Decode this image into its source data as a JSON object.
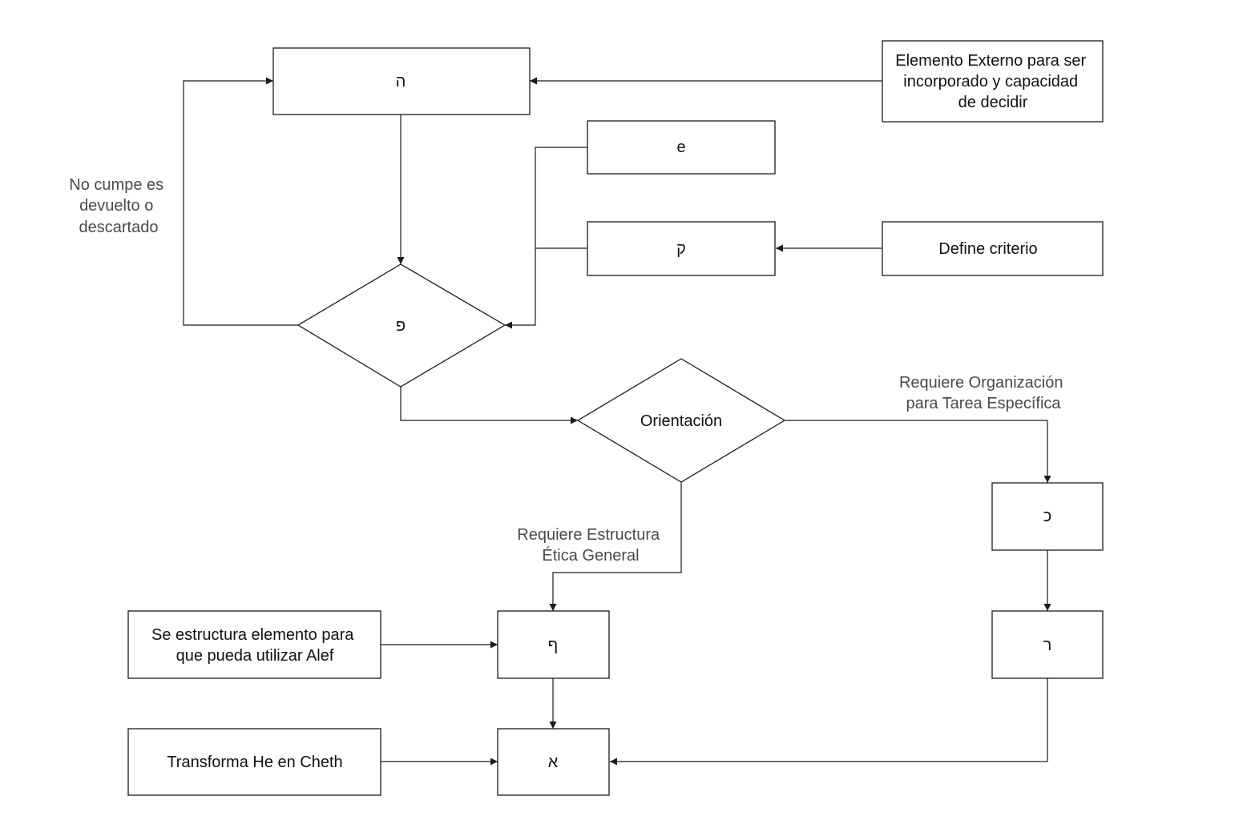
{
  "nodes": {
    "he": "ה",
    "external": [
      "Elemento Externo para ser",
      "incorporado y capacidad",
      "de decidir"
    ],
    "e": "e",
    "qof": "ק",
    "criterio": "Define criterio",
    "pe": "פ",
    "orientacion": "Orientación",
    "kaf": "כ",
    "resh": "ר",
    "pe_final": "ף",
    "estructura": [
      "Se estructura elemento para",
      "que pueda utilizar Alef"
    ],
    "alef": "א",
    "transforma": "Transforma He en Cheth"
  },
  "edge_labels": {
    "no_cumple": [
      "No cumpe es",
      "devuelto o",
      "descartado"
    ],
    "organizacion": [
      "Requiere Organización",
      "para Tarea Específica"
    ],
    "estructura_etica": [
      "Requiere Estructura",
      "Ética General"
    ]
  },
  "colors": {
    "line": "#1a1a1a",
    "label": "#4a4a4a",
    "text": "#111111"
  }
}
